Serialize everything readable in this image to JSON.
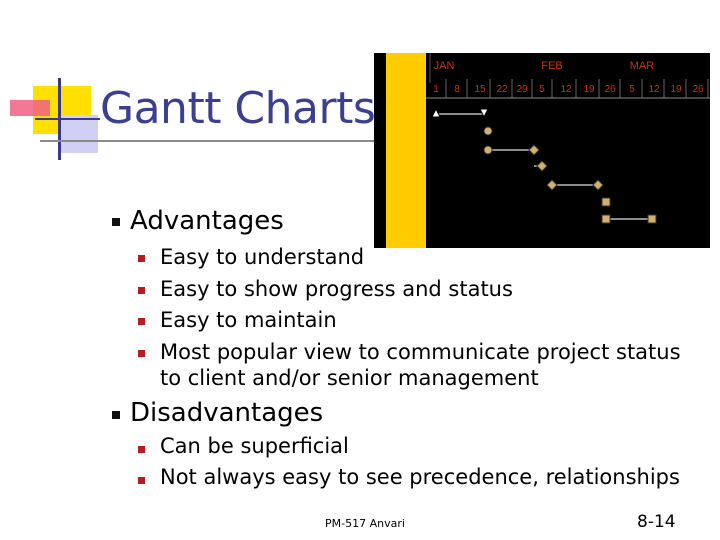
{
  "slide": {
    "title": "Gantt Charts",
    "sections": [
      {
        "heading": "Advantages",
        "items": [
          "Easy to understand",
          "Easy to show progress and status",
          "Easy to maintain",
          "Most popular view to communicate project status",
          "to client and/or senior management"
        ]
      },
      {
        "heading": "Disadvantages",
        "items": [
          "Can be superficial",
          "Not always easy to see precedence, relationships"
        ]
      }
    ],
    "footer": "PM-517   Anvari",
    "page_number": "8-14"
  },
  "gantt_image": {
    "months": [
      "JAN",
      "FEB",
      "MAR"
    ],
    "weeks": [
      "1",
      "8",
      "15",
      "22",
      "29",
      "5",
      "12",
      "19",
      "26",
      "5",
      "12",
      "19",
      "26"
    ],
    "colors": {
      "black_panel": "#000000",
      "yellow_strip": "#ffcc00",
      "month_text": "#cc3300",
      "week_text": "#cc3300",
      "marker_fill": "#d4b06a"
    }
  }
}
